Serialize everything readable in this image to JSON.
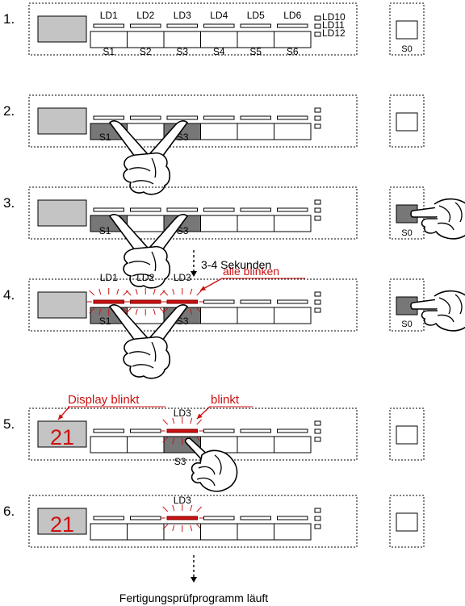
{
  "steps": [
    {
      "number": "1.",
      "display": "",
      "led_labels": [
        "LD1",
        "LD2",
        "LD3",
        "LD4",
        "LD5",
        "LD6"
      ],
      "side_led_labels": [
        "LD10",
        "LD11",
        "LD12"
      ],
      "switch_labels": [
        "S1",
        "S2",
        "S3",
        "S4",
        "S5",
        "S6"
      ],
      "s0_label": "S0"
    },
    {
      "number": "2.",
      "display": "",
      "led_labels": [],
      "switch_labels": [
        "S1",
        "S3"
      ]
    },
    {
      "number": "3.",
      "display": "",
      "led_labels": [],
      "switch_labels": [
        "S1",
        "S3"
      ],
      "s0_label": "S0"
    },
    {
      "number": "4.",
      "display": "",
      "led_labels": [
        "LD1",
        "LD2",
        "LD3"
      ],
      "switch_labels": [
        "S1",
        "S3"
      ],
      "s0_label": "S0",
      "callout": "alle blinken"
    },
    {
      "number": "5.",
      "display": "21",
      "led_labels": [
        "LD3"
      ],
      "switch_labels": [
        "S3"
      ],
      "callout_display": "Display blinkt",
      "callout_led": "blinkt"
    },
    {
      "number": "6.",
      "display": "21",
      "led_labels": [
        "LD3"
      ],
      "switch_labels": []
    }
  ],
  "wait_label": "3-4 Sekunden",
  "footer": "Fertigungsprüfprogramm läuft",
  "colors": {
    "highlight_red": "#cc1111",
    "pressed_switch": "#777777",
    "display_grey": "#c4c4c4"
  }
}
